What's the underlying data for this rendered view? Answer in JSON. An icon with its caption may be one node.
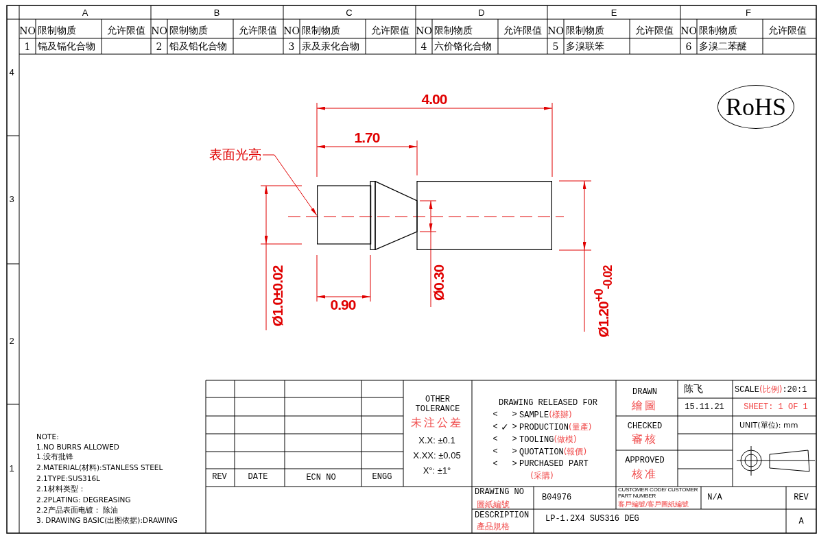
{
  "diagram": {
    "nodes": [
      {
        "text": [
          "表面光亮"
        ]
      },
      {
        "text": [],
        "shape": "picture"
      },
      {
        "text": [
          "RoHS"
        ]
      }
    ],
    "edges": [
      {
        "from": 0,
        "to": 1,
        "arrow": "to"
      }
    ],
    "labels": [
      "A",
      "B",
      "C",
      "D",
      "E",
      "F",
      "NO",
      "限制物质",
      "允许限值",
      "NO",
      "限制物质",
      "允许限值",
      "NO",
      "限制物质",
      "允许限值",
      "NO",
      "限制物质",
      "允许限值",
      "NO",
      "限制物质",
      "允许限值",
      "NO",
      "限制物质",
      "允许限值",
      "1",
      "镉及镉化合物",
      "2",
      "铅及铅化合物",
      "3",
      "汞及汞化合物",
      "4",
      "六价铬化合物",
      "5",
      "多溴联笨",
      "6",
      "多溴二苯醚",
      "4",
      "3",
      "2",
      "1",
      "4.00",
      "1.70",
      "0.90",
      "Ø1.0±0.02",
      "Ø0.30",
      "Ø1.20$^{+0}$$_{-0.02}$",
      "NOTE:",
      "1.NO BURRS ALLOWED",
      "1.没有批锋",
      "2.MATERIAL(材料):STANLESS STEEL",
      "2.1TYPE:SUS316L",
      "2.1材料类型：",
      "2.2PLATING: DEGREASING",
      "2.2产品表面电镀： 除油",
      "3. DRAWING BASIC(出图依据):DRAWING",
      "REV",
      "DATE",
      "ECN NO",
      "ENGG",
      "OTHER TOLERANCE",
      "未注公差",
      "X.X: ±0.1",
      "X.XX: ±0.05",
      "X°: ±1°",
      "DRAWING RELEASED FOR",
      "<",
      ">",
      "SAMPLE",
      "(樣辦)",
      "<",
      "✓",
      ">",
      "PRODUCTION",
      "(量產)",
      "<",
      ">",
      "TOOLING",
      "(做模)",
      "<",
      ">",
      "QUOTATION",
      "(報價)",
      "<",
      ">",
      "PURCHASED PART",
      "(采購)",
      "DRAWN",
      "繪圖",
      "陈飞",
      "15.11.21",
      "SCALE",
      "(比例)",
      ":20:1",
      "SHEET: 1 OF 1",
      "CHECKED",
      "審核",
      "UNIT(單位): mm",
      "APPROVED",
      "核准",
      "DRAWING NO",
      "圖紙編號",
      "B04976",
      "CUSTOMER CODE/ CUSTOMER PART NUMBER",
      "客戶編號/客戶圖紙編號",
      "N/A",
      "REV",
      "DESCRIPTION",
      "產品規格",
      "LP-1.2X4 SUS316 DEG",
      "A"
    ]
  }
}
